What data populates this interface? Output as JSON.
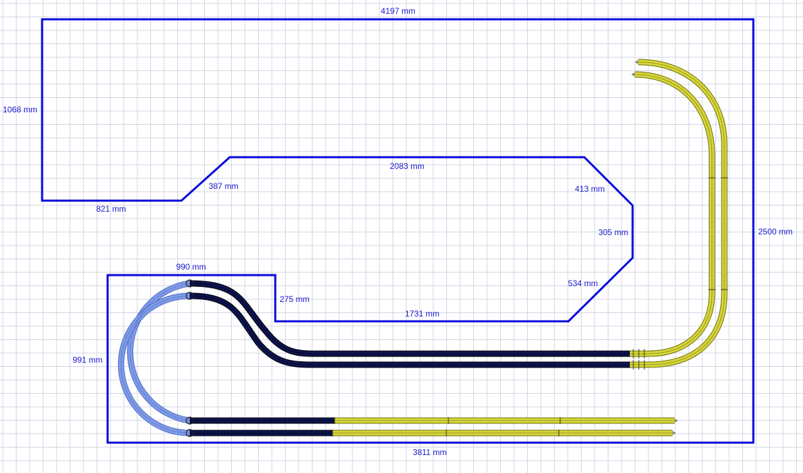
{
  "colors": {
    "grid": "#d4d4e4",
    "outline": "#0a0adc",
    "dim_text": "#1a1acc",
    "track_dark": "#0d1450",
    "track_yellow": "#d6d63a",
    "track_yellow_edge": "#6f6f10",
    "track_light": "#7f9ae6",
    "track_light_edge": "#5070c8"
  },
  "dimensions": {
    "top_width": "4197 mm",
    "left_height": "1068 mm",
    "ledge_width": "821 mm",
    "diag_left": "387 mm",
    "inner_top": "2083 mm",
    "diag_right_upper": "413 mm",
    "right_notch": "305 mm",
    "diag_right_lower": "534 mm",
    "right_height": "2500 mm",
    "lower_top": "990 mm",
    "step_height": "275 mm",
    "inner_bottom": "1731 mm",
    "lower_left_height": "991 mm",
    "bottom_width": "3811 mm"
  }
}
